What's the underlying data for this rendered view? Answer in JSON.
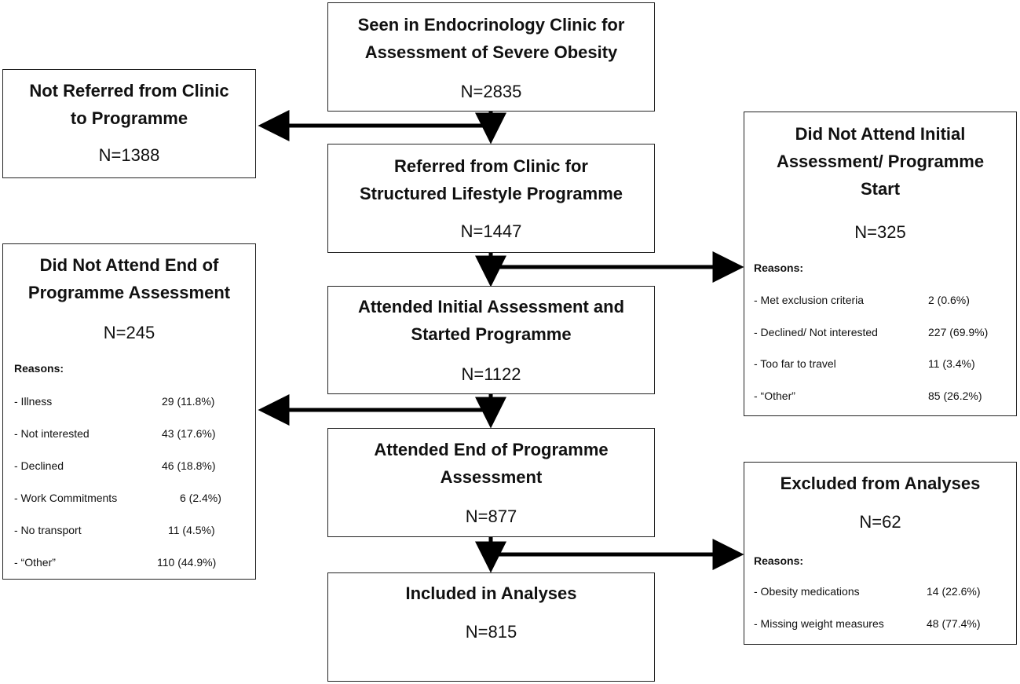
{
  "boxes": {
    "seen": {
      "title": "Seen in Endocrinology Clinic for\nAssessment of Severe Obesity",
      "n": "N=2835"
    },
    "not_referred": {
      "title": "Not Referred from Clinic\nto Programme",
      "n": "N=1388"
    },
    "referred": {
      "title": "Referred from Clinic for\nStructured Lifestyle Programme",
      "n": "N=1447"
    },
    "did_not_attend_initial": {
      "title": "Did Not Attend Initial\nAssessment/ Programme\nStart",
      "n": "N=325",
      "reasons_label": "Reasons:",
      "reasons": [
        {
          "label": "- Met exclusion criteria",
          "value": "2 (0.6%)"
        },
        {
          "label": "- Declined/ Not interested",
          "value": "227 (69.9%)"
        },
        {
          "label": "- Too far to travel",
          "value": "11 (3.4%)"
        },
        {
          "label": "- “Other”",
          "value": "85 (26.2%)"
        }
      ]
    },
    "did_not_attend_end": {
      "title": "Did Not Attend End of\nProgramme Assessment",
      "n": "N=245",
      "reasons_label": "Reasons:",
      "reasons": [
        {
          "label": "- Illness",
          "value": "29 (11.8%)"
        },
        {
          "label": "- Not interested",
          "value": "43 (17.6%)"
        },
        {
          "label": "- Declined",
          "value": "46 (18.8%)"
        },
        {
          "label": "- Work Commitments",
          "value": "6 (2.4%)"
        },
        {
          "label": "- No transport",
          "value": "11 (4.5%)"
        },
        {
          "label": "- “Other”",
          "value": "110 (44.9%)"
        }
      ]
    },
    "attended_initial": {
      "title": "Attended Initial Assessment and\nStarted Programme",
      "n": "N=1122"
    },
    "attended_end": {
      "title": "Attended End of Programme\nAssessment",
      "n": "N=877"
    },
    "excluded": {
      "title": "Excluded from Analyses",
      "n": "N=62",
      "reasons_label": "Reasons:",
      "reasons": [
        {
          "label": "- Obesity medications",
          "value": "14 (22.6%)"
        },
        {
          "label": "- Missing weight measures",
          "value": "48 (77.4%)"
        }
      ]
    },
    "included": {
      "title": "Included in Analyses",
      "n": "N=815"
    }
  }
}
